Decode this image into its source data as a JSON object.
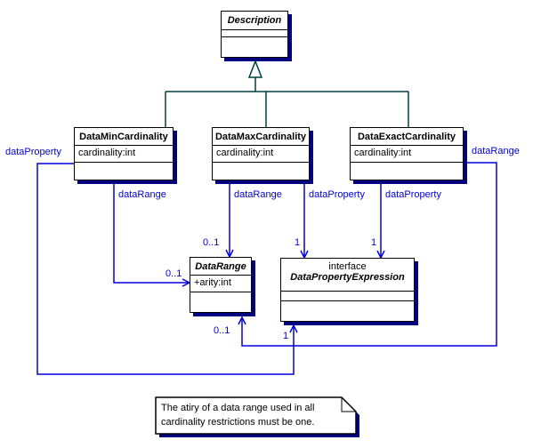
{
  "diagram": {
    "classes": {
      "description": {
        "name": "Description"
      },
      "data_min_cardinality": {
        "name": "DataMinCardinality",
        "attribute": "cardinality:int"
      },
      "data_max_cardinality": {
        "name": "DataMaxCardinality",
        "attribute": "cardinality:int"
      },
      "data_exact_cardinality": {
        "name": "DataExactCardinality",
        "attribute": "cardinality:int"
      },
      "data_range": {
        "name": "DataRange",
        "attribute": "+arity:int"
      },
      "data_property_expression": {
        "stereotype": "interface",
        "name": "DataPropertyExpression"
      }
    },
    "edges": {
      "min_data_range": {
        "label": "dataRange",
        "multiplicity": "0..1"
      },
      "min_data_property": {
        "label": "dataProperty",
        "multiplicity": "1"
      },
      "max_data_range": {
        "label": "dataRange",
        "multiplicity": "0..1"
      },
      "max_data_property": {
        "label": "dataProperty",
        "multiplicity": "1"
      },
      "exact_data_range": {
        "label": "dataRange",
        "multiplicity": "0..1"
      },
      "exact_data_property": {
        "label": "dataProperty",
        "multiplicity": "1"
      }
    },
    "note": {
      "line1": "The atiry of a data range used in all",
      "line2": "cardinality restrictions must be one."
    },
    "colors": {
      "association": "#0000dd",
      "generalization": "#004040",
      "shadow": "#000080"
    }
  }
}
